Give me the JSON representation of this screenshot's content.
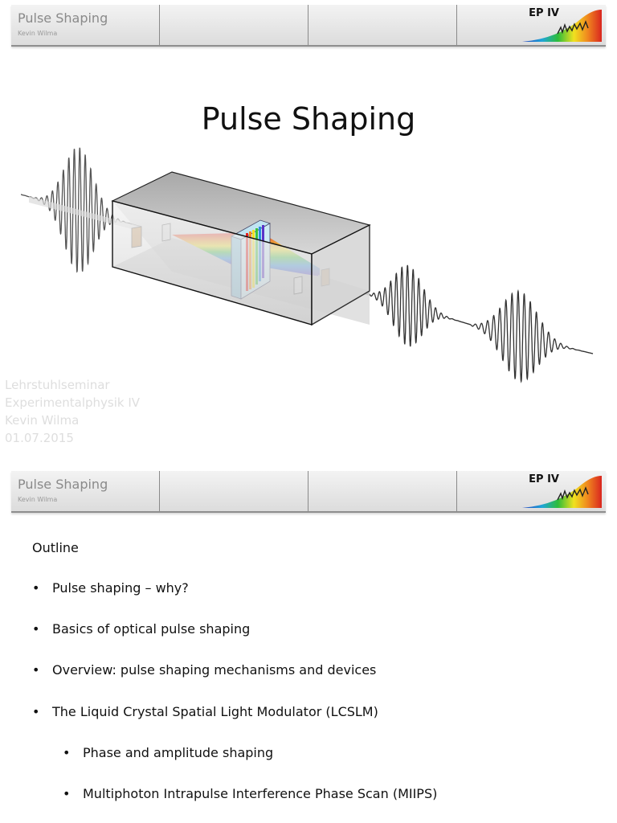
{
  "header": {
    "title": "Pulse Shaping",
    "author": "Kevin Wilma",
    "logo_text": "EP IV"
  },
  "slide1": {
    "title": "Pulse Shaping",
    "meta": [
      "Lehrstuhlseminar",
      "Experimentalphysik IV",
      "Kevin Wilma",
      "01.07.2015"
    ]
  },
  "slide2": {
    "heading": "Outline",
    "bullets": [
      {
        "text": "Pulse shaping – why?",
        "level": 1
      },
      {
        "text": "Basics of optical pulse shaping",
        "level": 1
      },
      {
        "text": "Overview: pulse shaping mechanisms and devices",
        "level": 1
      },
      {
        "text": "The Liquid Crystal Spatial Light Modulator (LCSLM)",
        "level": 1
      },
      {
        "text": "Phase and amplitude shaping",
        "level": 2
      },
      {
        "text": "Multiphoton Intrapulse Interference Phase Scan (MIIPS)",
        "level": 2
      }
    ]
  },
  "colors": {
    "header_text": "#8a8a8a",
    "meta_text": "#dedede"
  }
}
